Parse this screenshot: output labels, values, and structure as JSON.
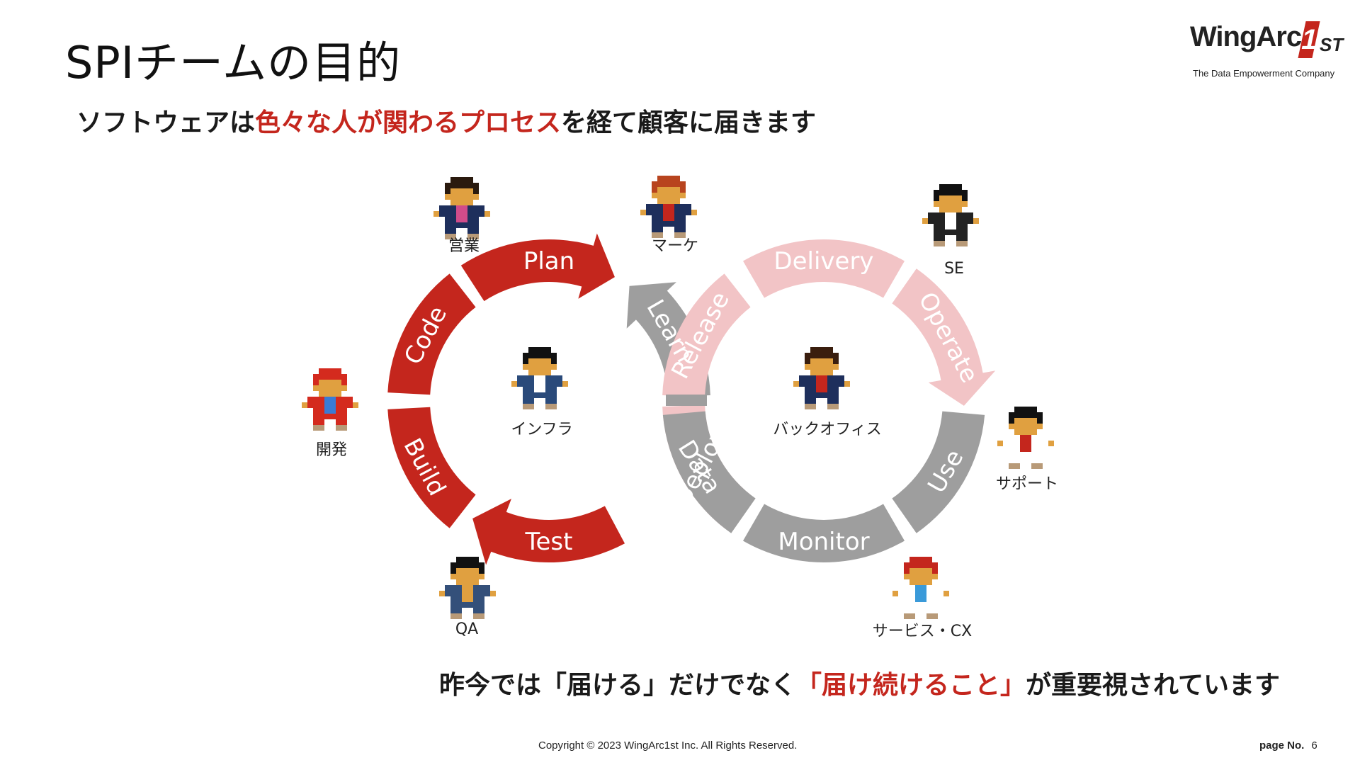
{
  "title": "SPIチームの目的",
  "logo": {
    "name_main": "WingArc",
    "name_one": "1",
    "name_st": "ST",
    "tagline": "The Data Empowerment Company",
    "brand_color": "#c4261d"
  },
  "subtitle": {
    "pre": "ソフトウェアは",
    "highlight": "色々な人が関わるプロセス",
    "post": "を経て顧客に届きます"
  },
  "colors": {
    "red": "#c4261d",
    "pink": "#f2c4c6",
    "gray": "#9e9e9e"
  },
  "left_loop": {
    "segments": [
      {
        "label": "Plan",
        "color": "red"
      },
      {
        "label": "Code",
        "color": "red"
      },
      {
        "label": "Build",
        "color": "red"
      },
      {
        "label": "Test",
        "color": "red"
      },
      {
        "label": "Learn",
        "color": "gray"
      }
    ]
  },
  "right_loop": {
    "segments": [
      {
        "label": "Delivery",
        "color": "pink"
      },
      {
        "label": "Release",
        "color": "pink"
      },
      {
        "label": "Deploy",
        "color": "pink"
      },
      {
        "label": "Operate",
        "color": "pink"
      },
      {
        "label": "Use",
        "color": "gray"
      },
      {
        "label": "Monitor",
        "color": "gray"
      },
      {
        "label": "Data",
        "color": "gray"
      }
    ]
  },
  "roles": [
    {
      "label": "営業",
      "icon": "salesperson-pixel-icon"
    },
    {
      "label": "マーケ",
      "icon": "marketer-pixel-icon"
    },
    {
      "label": "SE",
      "icon": "engineer-with-flower-pixel-icon"
    },
    {
      "label": "開発",
      "icon": "developer-pixel-icon"
    },
    {
      "label": "インフラ",
      "icon": "infra-pixel-icon"
    },
    {
      "label": "バックオフィス",
      "icon": "back-office-pixel-icon"
    },
    {
      "label": "サポート",
      "icon": "support-pixel-icon"
    },
    {
      "label": "QA",
      "icon": "qa-pixel-icon"
    },
    {
      "label": "サービス・CX",
      "icon": "service-cx-pixel-icon"
    }
  ],
  "bottom_message": {
    "pre": "昨今では「届ける」だけでなく",
    "highlight": "「届け続けること」",
    "post": "が重要視されています"
  },
  "footer": {
    "copyright": "Copyright © 2023 WingArc1st Inc.  All Rights Reserved.",
    "page_label": "page No.",
    "page_number": "6"
  }
}
